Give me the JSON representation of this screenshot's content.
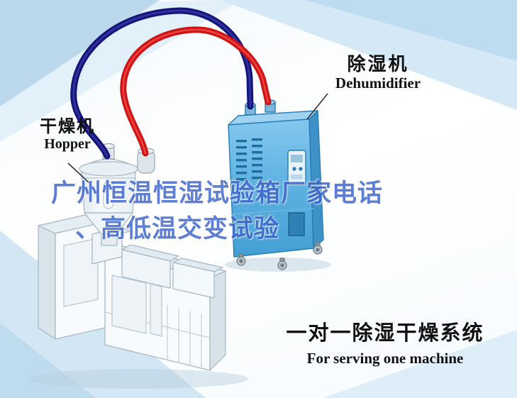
{
  "labels": {
    "dehumidifier_zh": "除湿机",
    "dehumidifier_en": "Dehumidifier",
    "hopper_zh": "干燥机",
    "hopper_en": "Hopper"
  },
  "caption": {
    "zh": "一对一除湿干燥系统",
    "en": "For serving one machine"
  },
  "watermark": {
    "line1": "广州恒温恒湿试验箱厂家电话",
    "line2": "、高低温交变试验"
  },
  "colors": {
    "dry_air_pipe_blue": "#15157e",
    "return_air_pipe_red": "#d01414",
    "dehumidifier_body_blue": "#5bb0e0",
    "watermark_blue": "#3c63cd",
    "label_text": "#111111",
    "background_sweep_blue": "#c4ddef"
  }
}
